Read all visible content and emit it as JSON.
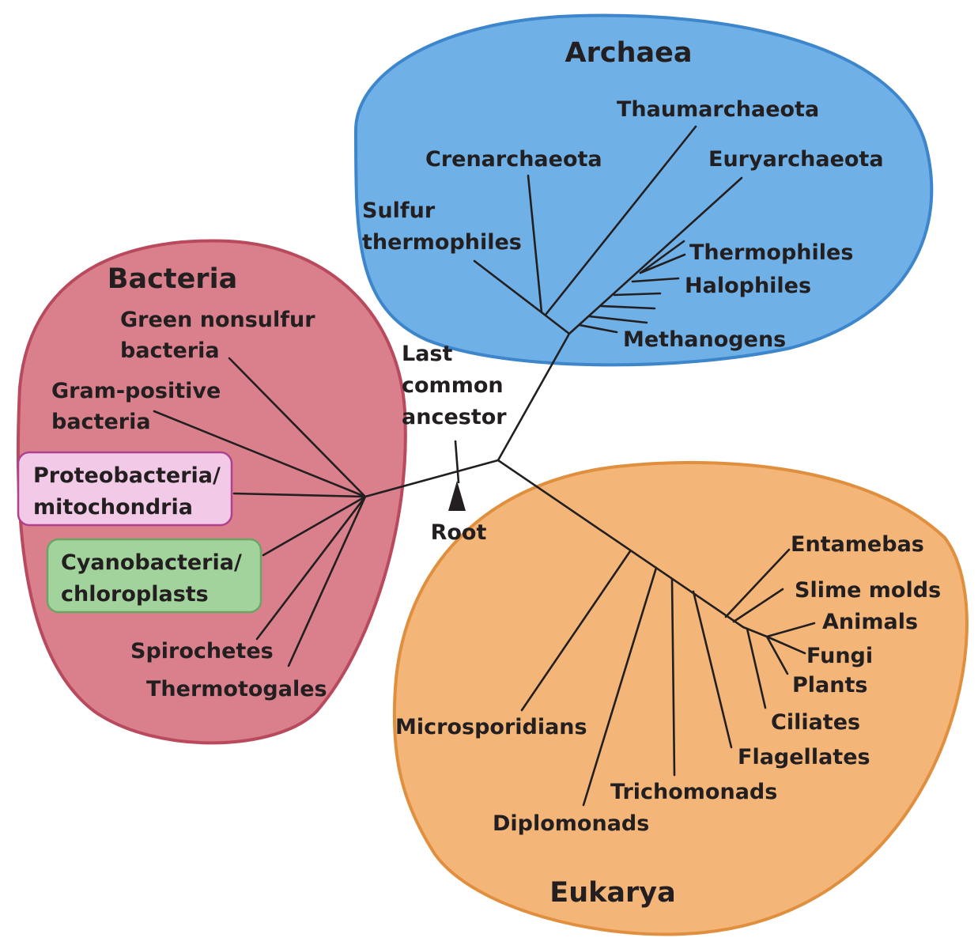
{
  "colors": {
    "bacteria_fill": "#d9808c",
    "bacteria_edge": "#b94a5d",
    "archaea_fill": "#6fb0e6",
    "archaea_edge": "#3d86cc",
    "eukarya_fill": "#f3b578",
    "eukarya_edge": "#e08f3e",
    "proteo_box": "#f2c9e6",
    "proteo_edge": "#b0418f",
    "cyano_box": "#a3d39c",
    "cyano_edge": "#6aa564",
    "line": "#231f20"
  },
  "domains": {
    "archaea": "Archaea",
    "bacteria": "Bacteria",
    "eukarya": "Eukarya"
  },
  "center": {
    "lca_line1": "Last",
    "lca_line2": "common",
    "lca_line3": "ancestor",
    "root": "Root"
  },
  "archaea": {
    "thaumarchaeota": "Thaumarchaeota",
    "crenarchaeota": "Crenarchaeota",
    "euryarchaeota": "Euryarchaeota",
    "sulfur_line1": "Sulfur",
    "sulfur_line2": "thermophiles",
    "thermophiles": "Thermophiles",
    "halophiles": "Halophiles",
    "methanogens": "Methanogens"
  },
  "bacteria": {
    "green_line1": "Green nonsulfur",
    "green_line2": "bacteria",
    "gram_line1": "Gram-positive",
    "gram_line2": "bacteria",
    "proteo_line1": "Proteobacteria/",
    "proteo_line2": "mitochondria",
    "cyano_line1": "Cyanobacteria/",
    "cyano_line2": "chloroplasts",
    "spirochetes": "Spirochetes",
    "thermotogales": "Thermotogales"
  },
  "eukarya": {
    "entamebas": "Entamebas",
    "slime_molds": "Slime molds",
    "animals": "Animals",
    "fungi": "Fungi",
    "plants": "Plants",
    "ciliates": "Ciliates",
    "flagellates": "Flagellates",
    "trichomonads": "Trichomonads",
    "microsporidians": "Microsporidians",
    "diplomonads": "Diplomonads"
  }
}
